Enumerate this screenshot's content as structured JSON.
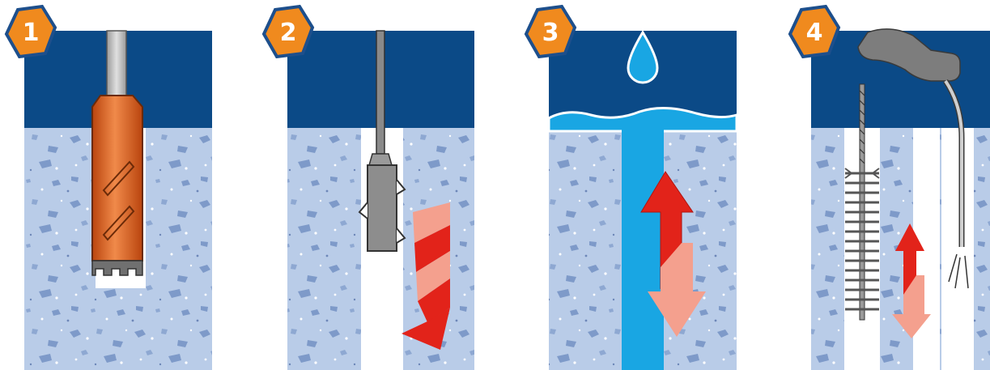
{
  "steps": [
    {
      "number": "1",
      "action": "drill-hole"
    },
    {
      "number": "2",
      "action": "remove-drill-core"
    },
    {
      "number": "3",
      "action": "flush-with-water"
    },
    {
      "number": "4",
      "action": "brush-and-blow-out"
    }
  ],
  "colors": {
    "sky": "#0b4a87",
    "concrete": "#b9cce8",
    "aggregate": "#7e9ac9",
    "badge": "#f08a1e",
    "badge_outline": "#1d4f8c",
    "drill": "#d9621d",
    "water": "#19a6e3",
    "arrow": "#e2231a",
    "arrow_light": "#f4a08e",
    "tool_grey": "#8a8a8a"
  }
}
